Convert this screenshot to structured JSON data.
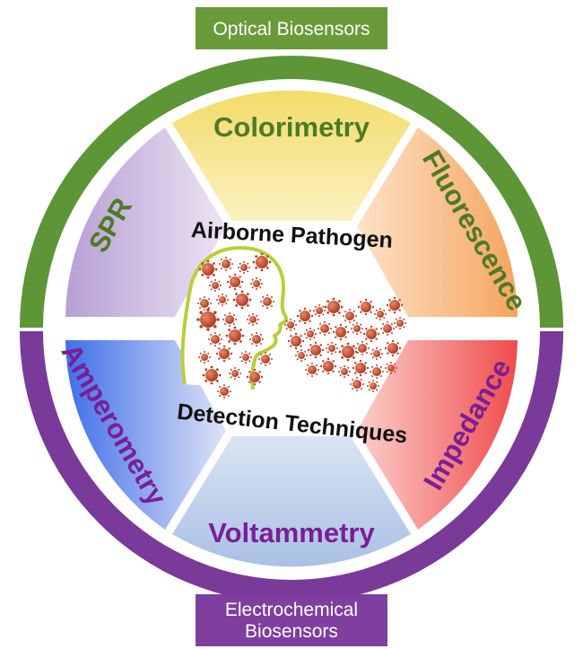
{
  "top_group": {
    "label": "Optical Biosensors",
    "color": "#6a9a3a",
    "ring_color": "#5e9537",
    "segments": [
      {
        "label": "SPR",
        "text_color": "#4e7a25",
        "fill_from": "#b79fd4",
        "fill_to": "#ece4f3"
      },
      {
        "label": "Colorimetry",
        "text_color": "#4e7a25",
        "fill_from": "#f2dc6a",
        "fill_to": "#fbf1c0"
      },
      {
        "label": "Fluorescence",
        "text_color": "#4e7a25",
        "fill_from": "#f5a45e",
        "fill_to": "#fde2c8"
      }
    ]
  },
  "bottom_group": {
    "label_lines": [
      "Electrochemical",
      "Biosensors"
    ],
    "color": "#7e3f9e",
    "ring_color": "#7a3a99",
    "segments": [
      {
        "label": "Impedance",
        "text_color": "#7a1e96",
        "fill_from": "#ef4b4b",
        "fill_to": "#fbd0cc"
      },
      {
        "label": "Voltammetry",
        "text_color": "#7a1e96",
        "fill_from": "#c9d7ee",
        "fill_to": "#a9c0e6"
      },
      {
        "label": "Amperometry",
        "text_color": "#7a1e96",
        "fill_from": "#3f6fe8",
        "fill_to": "#dfe3f6"
      }
    ]
  },
  "center": {
    "title_top": "Airborne Pathogen",
    "title_bottom": "Detection Techniques",
    "head_outline_color": "#b8cf39",
    "particle_color": "#b5432c"
  }
}
